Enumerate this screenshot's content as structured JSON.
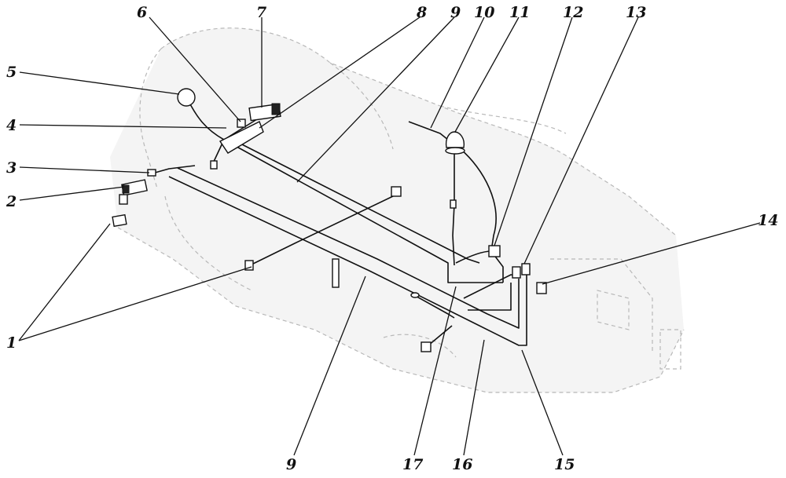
{
  "labels": [
    "1",
    "2",
    "3",
    "4",
    "5",
    "6",
    "7",
    "8",
    "9",
    "10",
    "11",
    "12",
    "13",
    "14",
    "15",
    "16",
    "17"
  ],
  "label_nine_bottom": "9",
  "colors": {
    "ink": "#111111",
    "ghost": "#b8b8b8",
    "background": "#ffffff"
  }
}
